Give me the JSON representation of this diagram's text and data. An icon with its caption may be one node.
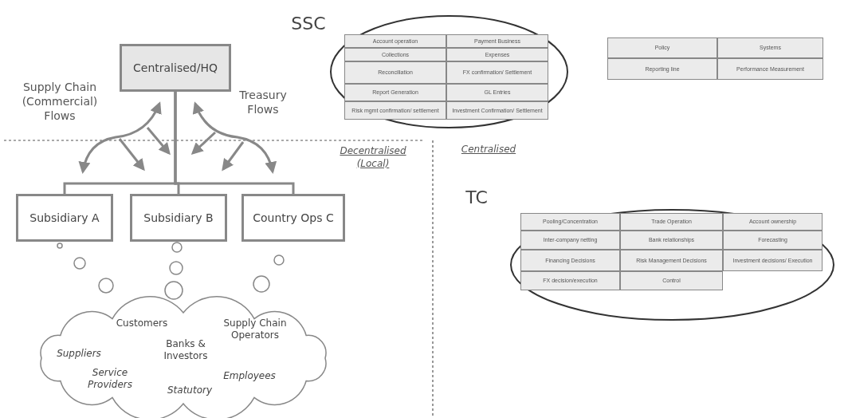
{
  "diagram": {
    "nodes": [
      {
        "text": [
          "Centralised/HQ"
        ]
      },
      {
        "text": [
          "Subsidiary A"
        ]
      },
      {
        "text": [
          "Subsidiary B"
        ]
      },
      {
        "text": [
          "Country Ops C"
        ]
      },
      {
        "text": [
          "Customers",
          "Supply Chain Operators",
          "Suppliers",
          "Banks & Investors",
          "Service Providers",
          "Employees",
          "Statutory"
        ]
      },
      {
        "text": [
          "SSC"
        ]
      },
      {
        "text": [
          "TC"
        ]
      }
    ],
    "edges": [
      {
        "from": 0,
        "to": 1,
        "arrow": "none"
      },
      {
        "from": 0,
        "to": 2,
        "arrow": "none"
      },
      {
        "from": 0,
        "to": 3,
        "arrow": "none"
      }
    ],
    "labels": [
      "Account operation",
      "Payment Business",
      "Collections",
      "Expenses",
      "Reconciliation",
      "FX confirmation/ Settlement",
      "Report Generation",
      "GL Entries",
      "Risk mgmt confirmation/ settlement",
      "Investment Confirmation/ Settlement",
      "Policy",
      "Systems",
      "Reporting line",
      "Performance Measurement",
      "Supply Chain (Commercial) Flows",
      "Treasury Flows",
      "Decentralised (Local)",
      "Centralised",
      "Pooling/Concentration",
      "Trade Operation",
      "Account ownership",
      "Inter-company netting",
      "Bank relationships",
      "Forecasting",
      "Financing Decisions",
      "Risk Management Decisions",
      "Investment decisions/ Execution",
      "FX decision/execution",
      "Control"
    ]
  }
}
